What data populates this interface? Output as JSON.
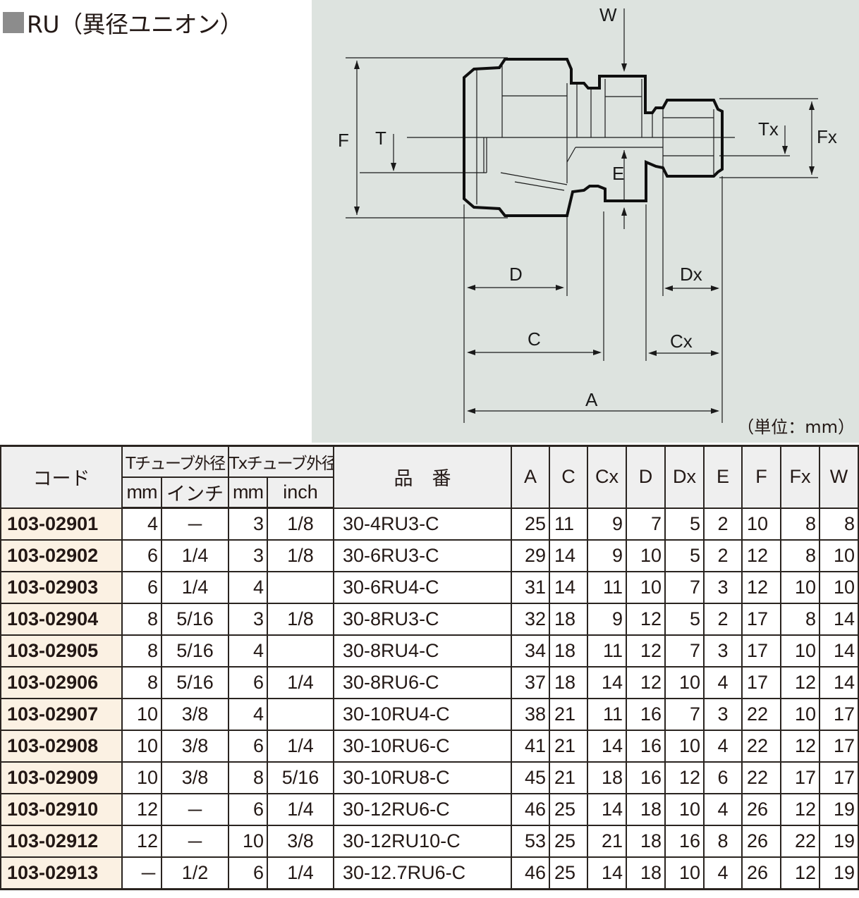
{
  "title": {
    "label": "RU（異径ユニオン）"
  },
  "diagram": {
    "labels": {
      "W": "W",
      "F": "F",
      "T": "T",
      "Tx": "Tx",
      "Fx": "Fx",
      "E": "E",
      "D": "D",
      "Dx": "Dx",
      "C": "C",
      "Cx": "Cx",
      "A": "A"
    },
    "unit_note": "（単位：mm）"
  },
  "table": {
    "headers": {
      "code": "コード",
      "t_tube": "Tチューブ外径",
      "tx_tube": "Txチューブ外径",
      "t_mm": "mm",
      "t_inch": "インチ",
      "tx_mm": "mm",
      "tx_inch": "inch",
      "part_no": "品　番",
      "A": "A",
      "C": "C",
      "Cx": "Cx",
      "D": "D",
      "Dx": "Dx",
      "E": "E",
      "F": "F",
      "Fx": "Fx",
      "W": "W"
    },
    "rows": [
      {
        "code": "103-02901",
        "t_mm": "4",
        "t_inch": "－",
        "tx_mm": "3",
        "tx_inch": "1/8",
        "part": "30-4RU3-C",
        "A": "25",
        "C": "11",
        "Cx": "9",
        "D": "7",
        "Dx": "5",
        "E": "2",
        "F": "10",
        "Fx": "8",
        "W": "8"
      },
      {
        "code": "103-02902",
        "t_mm": "6",
        "t_inch": "1/4",
        "tx_mm": "3",
        "tx_inch": "1/8",
        "part": "30-6RU3-C",
        "A": "29",
        "C": "14",
        "Cx": "9",
        "D": "10",
        "Dx": "5",
        "E": "2",
        "F": "12",
        "Fx": "8",
        "W": "10"
      },
      {
        "code": "103-02903",
        "t_mm": "6",
        "t_inch": "1/4",
        "tx_mm": "4",
        "tx_inch": "",
        "part": "30-6RU4-C",
        "A": "31",
        "C": "14",
        "Cx": "11",
        "D": "10",
        "Dx": "7",
        "E": "3",
        "F": "12",
        "Fx": "10",
        "W": "10"
      },
      {
        "code": "103-02904",
        "t_mm": "8",
        "t_inch": "5/16",
        "tx_mm": "3",
        "tx_inch": "1/8",
        "part": "30-8RU3-C",
        "A": "32",
        "C": "18",
        "Cx": "9",
        "D": "12",
        "Dx": "5",
        "E": "2",
        "F": "17",
        "Fx": "8",
        "W": "14"
      },
      {
        "code": "103-02905",
        "t_mm": "8",
        "t_inch": "5/16",
        "tx_mm": "4",
        "tx_inch": "",
        "part": "30-8RU4-C",
        "A": "34",
        "C": "18",
        "Cx": "11",
        "D": "12",
        "Dx": "7",
        "E": "3",
        "F": "17",
        "Fx": "10",
        "W": "14"
      },
      {
        "code": "103-02906",
        "t_mm": "8",
        "t_inch": "5/16",
        "tx_mm": "6",
        "tx_inch": "1/4",
        "part": "30-8RU6-C",
        "A": "37",
        "C": "18",
        "Cx": "14",
        "D": "12",
        "Dx": "10",
        "E": "4",
        "F": "17",
        "Fx": "12",
        "W": "14"
      },
      {
        "code": "103-02907",
        "t_mm": "10",
        "t_inch": "3/8",
        "tx_mm": "4",
        "tx_inch": "",
        "part": "30-10RU4-C",
        "A": "38",
        "C": "21",
        "Cx": "11",
        "D": "16",
        "Dx": "7",
        "E": "3",
        "F": "22",
        "Fx": "10",
        "W": "17"
      },
      {
        "code": "103-02908",
        "t_mm": "10",
        "t_inch": "3/8",
        "tx_mm": "6",
        "tx_inch": "1/4",
        "part": "30-10RU6-C",
        "A": "41",
        "C": "21",
        "Cx": "14",
        "D": "16",
        "Dx": "10",
        "E": "4",
        "F": "22",
        "Fx": "12",
        "W": "17"
      },
      {
        "code": "103-02909",
        "t_mm": "10",
        "t_inch": "3/8",
        "tx_mm": "8",
        "tx_inch": "5/16",
        "part": "30-10RU8-C",
        "A": "45",
        "C": "21",
        "Cx": "18",
        "D": "16",
        "Dx": "12",
        "E": "6",
        "F": "22",
        "Fx": "17",
        "W": "17"
      },
      {
        "code": "103-02910",
        "t_mm": "12",
        "t_inch": "－",
        "tx_mm": "6",
        "tx_inch": "1/4",
        "part": "30-12RU6-C",
        "A": "46",
        "C": "25",
        "Cx": "14",
        "D": "18",
        "Dx": "10",
        "E": "4",
        "F": "26",
        "Fx": "12",
        "W": "19"
      },
      {
        "code": "103-02912",
        "t_mm": "12",
        "t_inch": "－",
        "tx_mm": "10",
        "tx_inch": "3/8",
        "part": "30-12RU10-C",
        "A": "53",
        "C": "25",
        "Cx": "21",
        "D": "18",
        "Dx": "16",
        "E": "8",
        "F": "26",
        "Fx": "22",
        "W": "19"
      },
      {
        "code": "103-02913",
        "t_mm": "－",
        "t_inch": "1/2",
        "tx_mm": "6",
        "tx_inch": "1/4",
        "part": "30-12.7RU6-C",
        "A": "46",
        "C": "25",
        "Cx": "14",
        "D": "18",
        "Dx": "10",
        "E": "4",
        "F": "26",
        "Fx": "12",
        "W": "19"
      }
    ]
  },
  "colors": {
    "diagram_bg": "#dde3df",
    "header_bg": "#efefef",
    "code_bg": "#fbf1e3",
    "title_square": "#8c8c8c",
    "text": "#231815"
  }
}
